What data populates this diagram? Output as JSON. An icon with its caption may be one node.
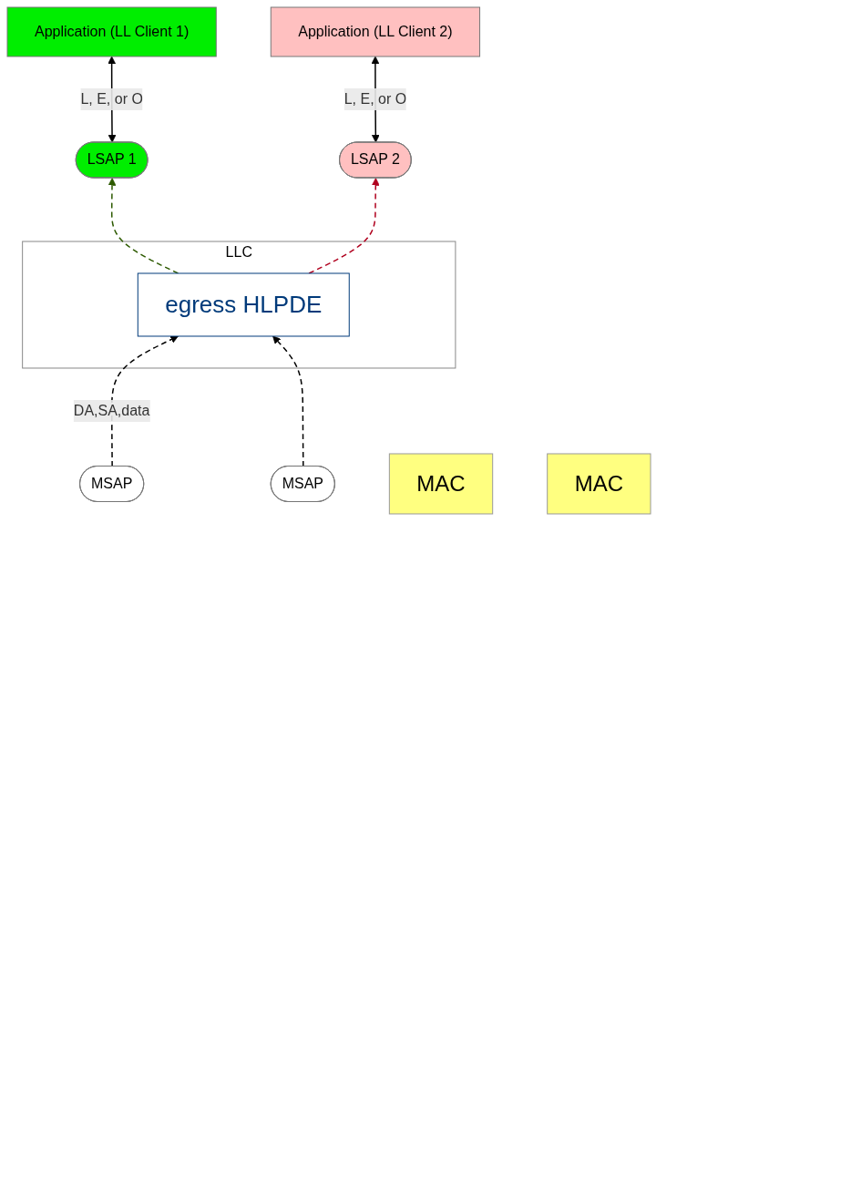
{
  "diagram": {
    "nodes": [
      {
        "text": [
          "LLC"
        ]
      },
      {
        "text": [
          "Application (LL Client 1)"
        ]
      },
      {
        "text": [
          "Application (LL Client 2)"
        ]
      },
      {
        "text": [
          "LSAP 1"
        ]
      },
      {
        "text": [
          "LSAP 2"
        ]
      },
      {
        "text": [
          "egress HLPDE"
        ],
        "in": 0
      },
      {
        "text": [
          "MSAP"
        ]
      },
      {
        "text": [
          "MSAP"
        ]
      },
      {
        "text": [
          "MAC"
        ]
      },
      {
        "text": [
          "MAC"
        ]
      }
    ],
    "edges": [
      {
        "from": 1,
        "to": 3,
        "arrow": "both",
        "label": "L, E, or O"
      },
      {
        "from": 2,
        "to": 4,
        "arrow": "both",
        "label": "L, E, or O"
      },
      {
        "from": 5,
        "to": 3,
        "arrow": "to",
        "style": "dashed",
        "color": "#2d5a00"
      },
      {
        "from": 5,
        "to": 4,
        "arrow": "to",
        "style": "dashed",
        "color": "#b0001e"
      },
      {
        "from": 6,
        "to": 5,
        "arrow": "to",
        "style": "dashed",
        "label": "DA,SA,data"
      },
      {
        "from": 7,
        "to": 5,
        "arrow": "to",
        "style": "dashed"
      }
    ]
  }
}
